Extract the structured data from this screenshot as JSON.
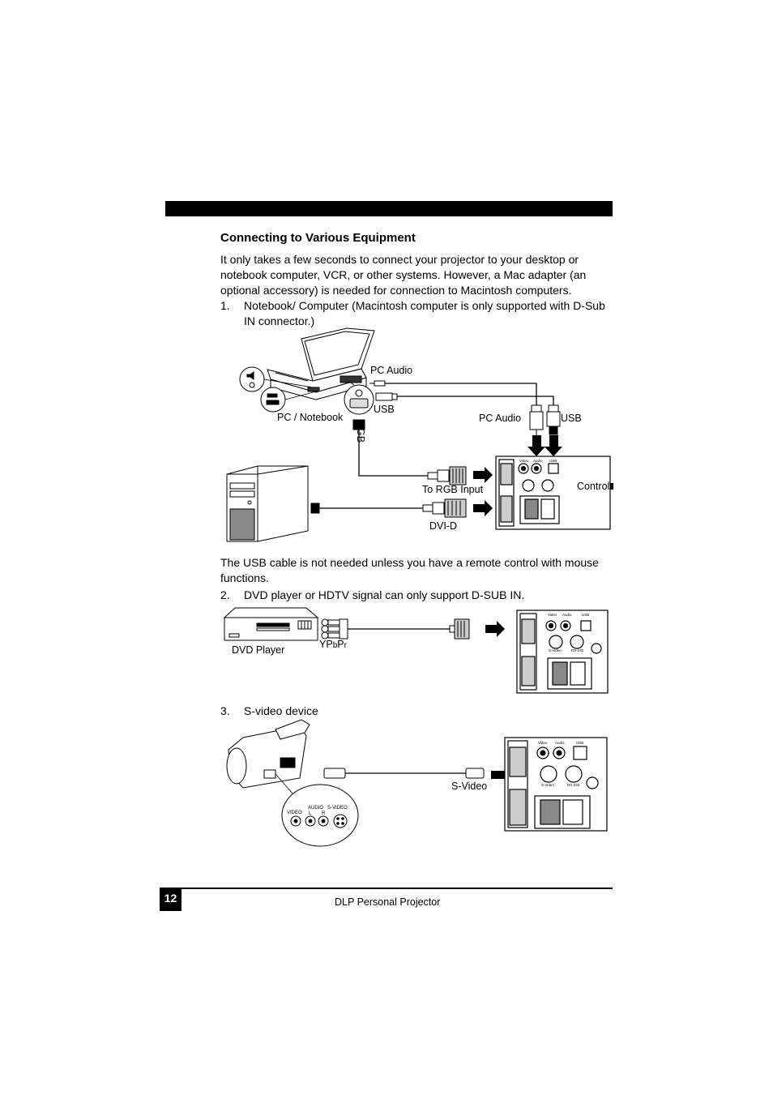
{
  "section": {
    "title": "Connecting to Various Equipment",
    "intro": "It only takes a few seconds to connect your projector to your desktop or notebook computer, VCR, or other systems. However, a Mac adapter (an optional accessory) is needed for connection to Macintosh computers."
  },
  "steps": [
    {
      "number": "1.",
      "text": "Notebook/ Computer (Macintosh computer is only supported with D-Sub IN connector.)"
    },
    {
      "number": "2.",
      "text": "DVD player or HDTV signal can only support D-SUB IN."
    },
    {
      "number": "3.",
      "text": "S-video device"
    }
  ],
  "diagram1": {
    "labels": {
      "pc_audio_top": "PC Audio",
      "usb_left": "USB",
      "pc_notebook": "PC / Notebook",
      "rgb": "RGB",
      "pc_audio_right": "PC Audio",
      "usb_right": "USB",
      "to_rgb_input": "To RGB Input",
      "control": "Control",
      "dvi_d": "DVI-D"
    }
  },
  "usb_note": "The USB cable is not needed unless you have a remote control with mouse functions.",
  "diagram2": {
    "labels": {
      "dvd_player": "DVD Player",
      "ypbpr_y": "YP",
      "ypbpr_b": "b",
      "ypbpr_p": "P",
      "ypbpr_r": "r"
    }
  },
  "diagram3": {
    "labels": {
      "s_video": "S-Video",
      "jack_video": "VIDEO",
      "jack_audio": "AUDIO",
      "jack_svideo": "S-VIDEO",
      "jack_l": "L",
      "jack_r": "R"
    }
  },
  "panel_labels": {
    "video": "Video",
    "audio": "Audio",
    "usb": "USB",
    "svideo": "S-Video",
    "rs232": "RS-232"
  },
  "footer": {
    "page_number": "12",
    "title": "DLP Personal Projector"
  }
}
